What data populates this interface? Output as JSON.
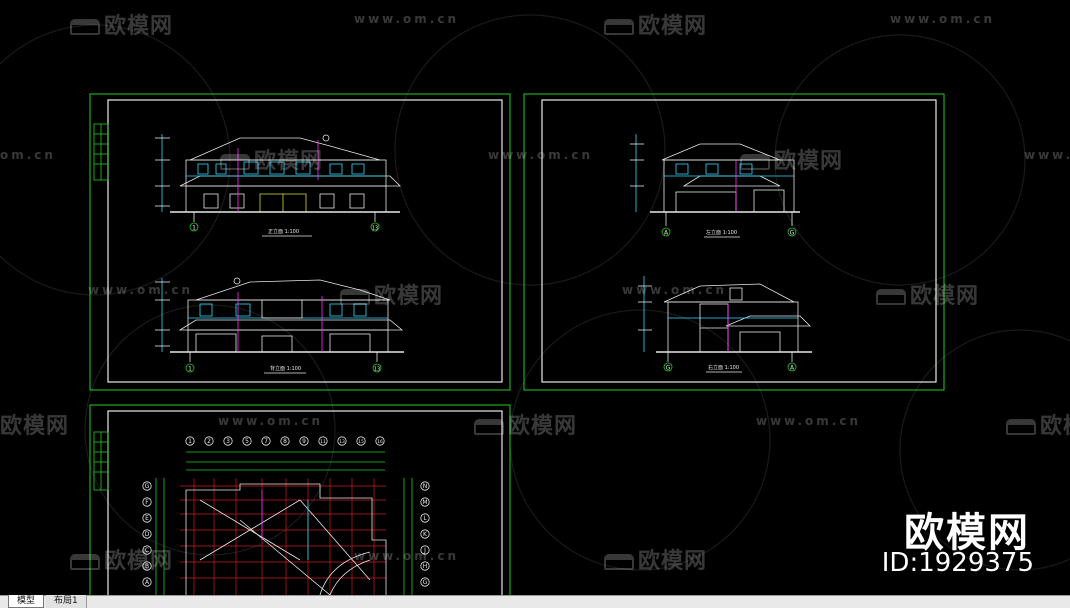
{
  "watermark": {
    "brand": "欧模网",
    "url": "www.om.cn",
    "url_partial": "om.cn",
    "id_text": "ID:1929375"
  },
  "drawing": {
    "label_front": "正立面 1:100",
    "label_rear": "背立面 1:100",
    "label_left": "左立面 1:100",
    "label_right": "右立面 1:100",
    "axis_1": "1",
    "axis_13": "13",
    "axis_a": "A",
    "axis_g": "G",
    "plan_axes_top": [
      "1",
      "2",
      "3",
      "5",
      "7",
      "8",
      "9",
      "11",
      "13",
      "15",
      "16"
    ],
    "plan_axes_left": [
      "G",
      "F",
      "E",
      "D",
      "C",
      "B",
      "A"
    ],
    "plan_axes_right": [
      "N",
      "M",
      "L",
      "K",
      "J",
      "H",
      "G"
    ]
  },
  "tabs": {
    "model": "模型",
    "layout1": "布局1"
  },
  "colors": {
    "frame_green": "#22cc22",
    "line_white": "#e8e8e8",
    "line_cyan": "#30d8ff",
    "line_magenta": "#ff30ff",
    "line_red": "#d01a1a",
    "line_yellow": "#d8d830"
  }
}
